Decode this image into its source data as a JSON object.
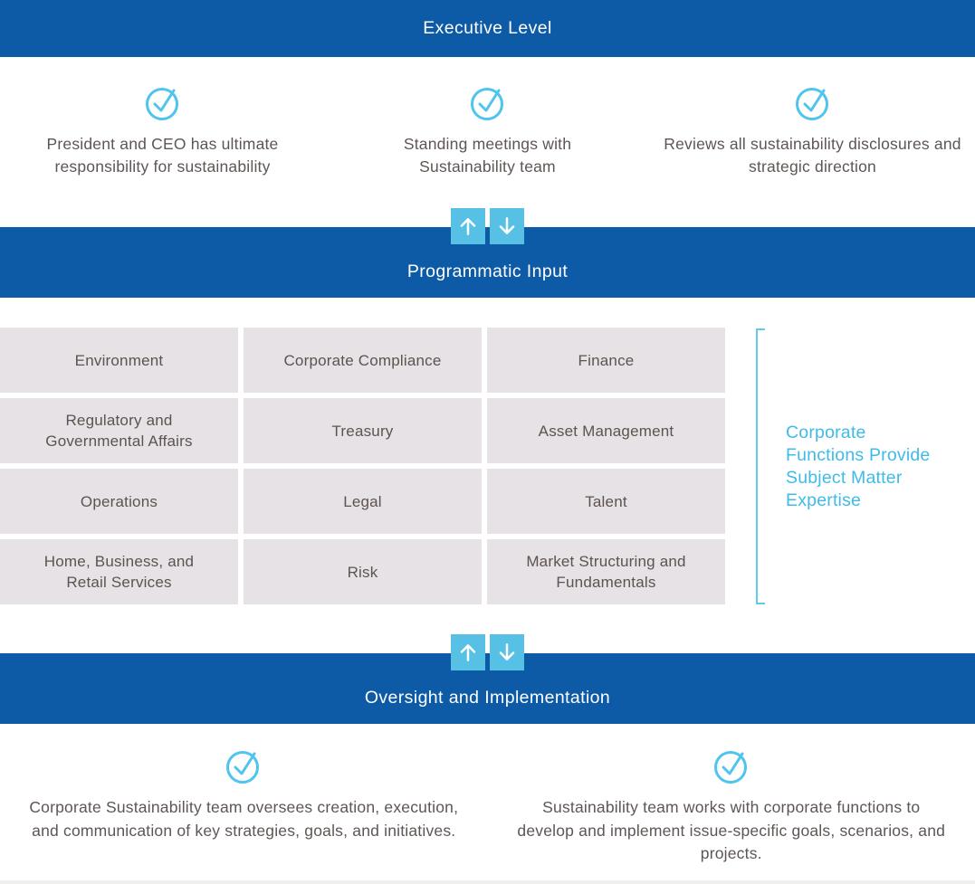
{
  "colors": {
    "banner_blue": "#0d5aa6",
    "accent_light_blue": "#4ec4ef",
    "arrow_blue": "#57c0e5",
    "annotation_blue": "#3fbbe9",
    "cell_gray": "#e6e2e5",
    "body_text_gray": "#5e5654"
  },
  "executive": {
    "title": "Executive Level",
    "items": [
      {
        "icon": "check-circle-icon",
        "text": "President and CEO has ultimate responsibility for sustainability"
      },
      {
        "icon": "check-circle-icon",
        "text": "Standing meetings with Sustainability team"
      },
      {
        "icon": "check-circle-icon",
        "text": "Reviews all sustainability disclosures and strategic direction"
      }
    ]
  },
  "programmatic": {
    "title": "Programmatic Input",
    "cells": [
      "Environment",
      "Corporate Compliance",
      "Finance",
      "Regulatory and Governmental Affairs",
      "Treasury",
      "Asset Management",
      "Operations",
      "Legal",
      "Talent",
      "Home, Business, and Retail Services",
      "Risk",
      "Market Structuring and Fundamentals"
    ],
    "annotation": "Corporate Functions Provide Subject Matter Expertise"
  },
  "oversight": {
    "title": "Oversight and Implementation",
    "items": [
      {
        "icon": "check-circle-icon",
        "text": "Corporate Sustainability team oversees creation, execution, and communication of key strategies, goals, and initiatives."
      },
      {
        "icon": "check-circle-icon",
        "text": "Sustainability team works with corporate functions to develop and implement issue-specific goals, scenarios, and projects."
      }
    ]
  },
  "flow_arrows": {
    "up": "arrow-up-icon",
    "down": "arrow-down-icon"
  }
}
